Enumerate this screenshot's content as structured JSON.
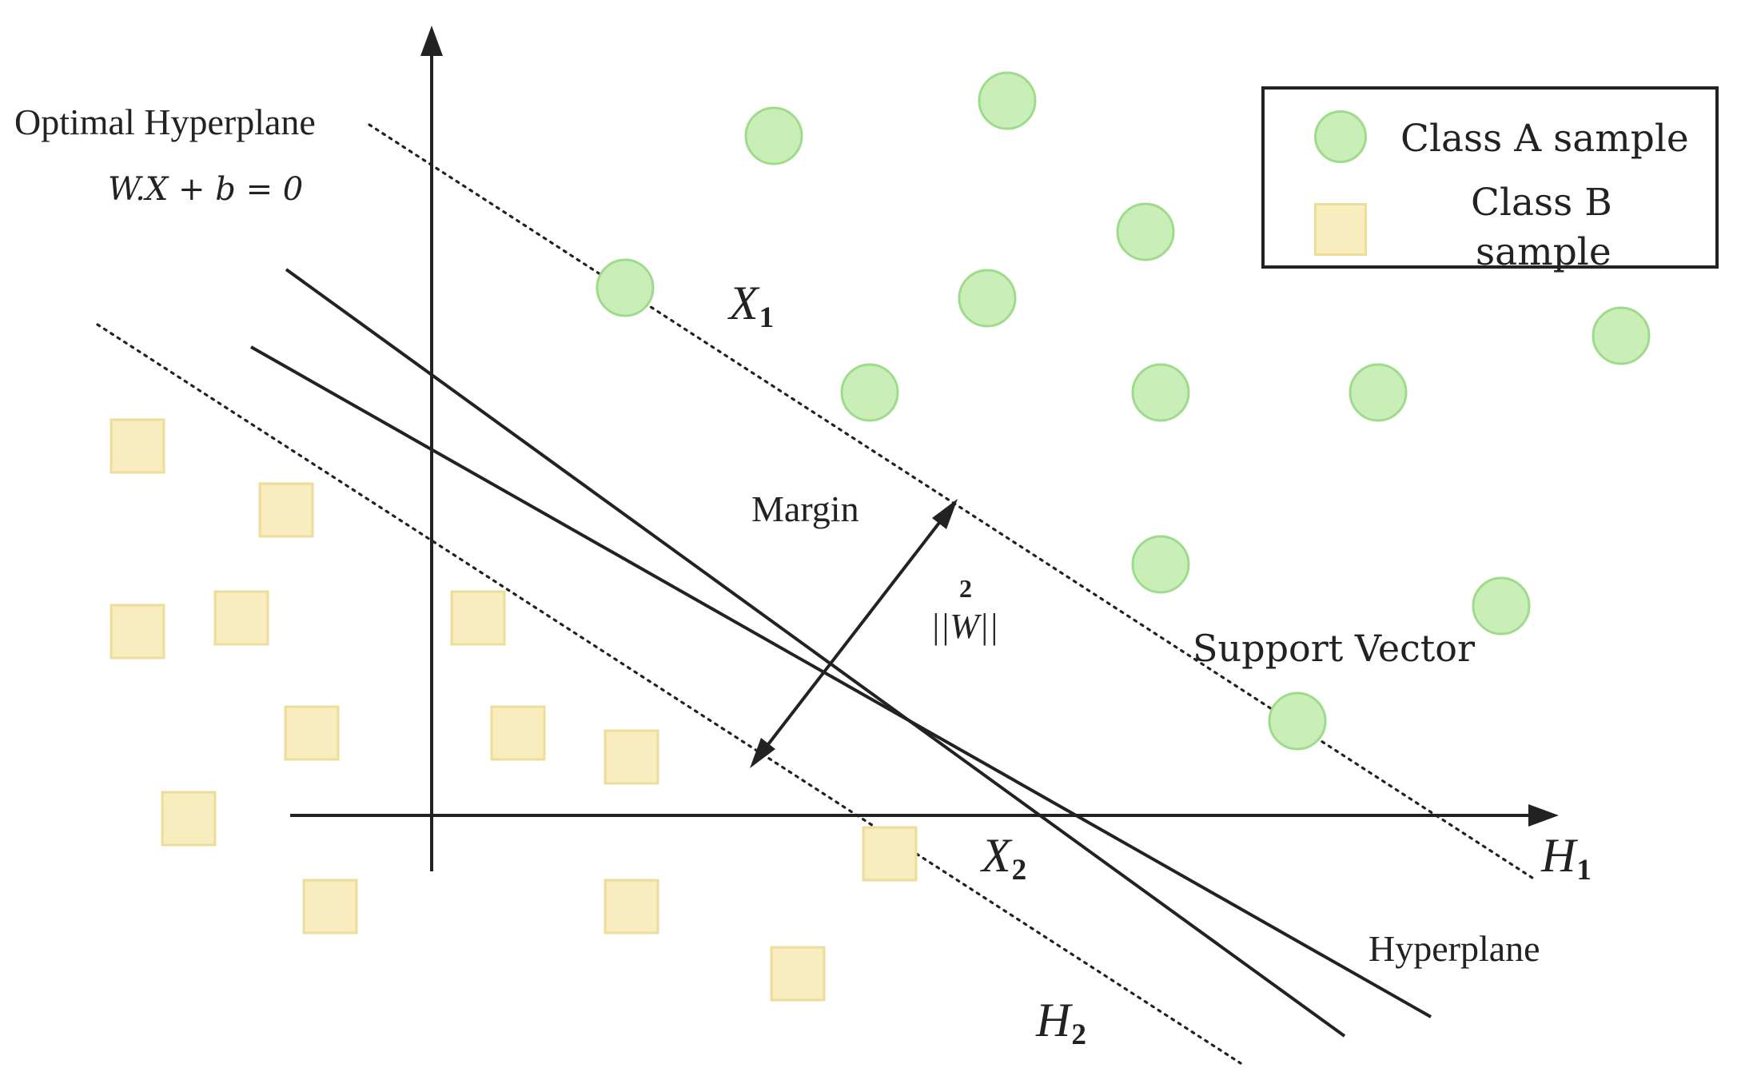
{
  "colors": {
    "class_a_fill": "#c9eeb8",
    "class_a_stroke": "#9edc8c",
    "class_b_fill": "#f8edbf",
    "class_b_stroke": "#eddd98",
    "line": "#222222"
  },
  "labels": {
    "optimal_hyperplane": "Optimal Hyperplane",
    "equation": "W.X + b = 0",
    "x1_main": "X",
    "x1_sub": "1",
    "x2_main": "X",
    "x2_sub": "2",
    "h1_main": "H",
    "h1_sub": "1",
    "h2_main": "H",
    "h2_sub": "2",
    "margin": "Margin",
    "margin_num": "2",
    "margin_den": "||W||",
    "support_vector": "Support Vector",
    "hyperplane": "Hyperplane"
  },
  "legend": {
    "class_a": "Class A sample",
    "class_b_line1": "Class B",
    "class_b_line2": "sample"
  }
}
